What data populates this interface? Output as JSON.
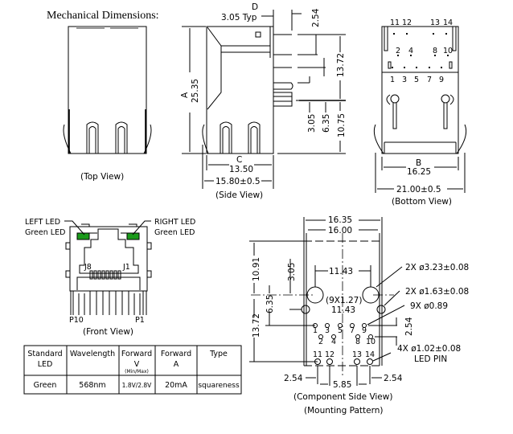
{
  "title": "Mechanical Dimensions:",
  "top_view": {
    "label": "(Top View)"
  },
  "side_view": {
    "label": "(Side View)",
    "dim_a_letter": "A",
    "dim_a": "25.35",
    "dim_d_letter": "D",
    "dim_d": "3.05  Typ",
    "dim_c_letter": "C",
    "dim_c": "13.50",
    "dim_overall": "15.80±0.5",
    "dim_right": [
      "2.54",
      "13.72",
      "3.05",
      "6.35",
      "10.75"
    ]
  },
  "bottom_view": {
    "label": "(Bottom View)",
    "dim_b_letter": "B",
    "dim_b": "16.25",
    "dim_overall": "21.00±0.5",
    "pin_labels_top": [
      "11",
      "12",
      "13",
      "14"
    ],
    "pin_labels_mid": [
      "2",
      "4",
      "8",
      "10"
    ],
    "pin_labels_low": [
      "1",
      "3",
      "5",
      "7",
      "9"
    ]
  },
  "front_view": {
    "label": "(Front View)",
    "left_led": [
      "LEFT  LED",
      "Green  LED"
    ],
    "right_led": [
      "RIGHT  LED",
      "Green  LED"
    ],
    "j8": "J8",
    "j1": "J1",
    "p10": "P10",
    "p1": "P1",
    "led_color": "#1a9a1a"
  },
  "led_table": {
    "headers": [
      [
        "Standard",
        "LED"
      ],
      [
        "Wavelength"
      ],
      [
        "Forward",
        "V",
        "(Min/Max)"
      ],
      [
        "Forward",
        "A"
      ],
      [
        "Type"
      ]
    ],
    "row": [
      "Green",
      "568nm",
      "1.8V/2.8V",
      "20mA",
      "squareness"
    ]
  },
  "mounting": {
    "dim_width_outer": "16.35",
    "dim_width_inner": "16.00",
    "dim_10_91": "10.91",
    "dim_3_05": "3.05",
    "dim_6_35": "6.35",
    "dim_13_72": "13.72",
    "dim_11_43_top": "11.43",
    "pitch": "(9X1.27)",
    "dim_11_43_bot": "11.43",
    "callout_large_hole": "2X  ø3.23±0.08",
    "callout_small_hole": "2X  ø1.63±0.08",
    "callout_pins": "9X  ø0.89",
    "dim_row_spacing": "2.54",
    "callout_led_pin": "4X  ø1.02±0.08",
    "callout_led_pin_2": "LED  PIN",
    "pin_labels_row1": [
      "1",
      "3",
      "5",
      "7",
      "9"
    ],
    "pin_labels_row2": [
      "2",
      "4",
      "8",
      "10"
    ],
    "led_pin_labels": [
      "11",
      "12",
      "13",
      "14"
    ],
    "dim_left": "2.54",
    "dim_center": "5.85",
    "dim_right": "2.54",
    "label": "(Component  Side  View)",
    "label_2": "(Mounting  Pattern)"
  }
}
